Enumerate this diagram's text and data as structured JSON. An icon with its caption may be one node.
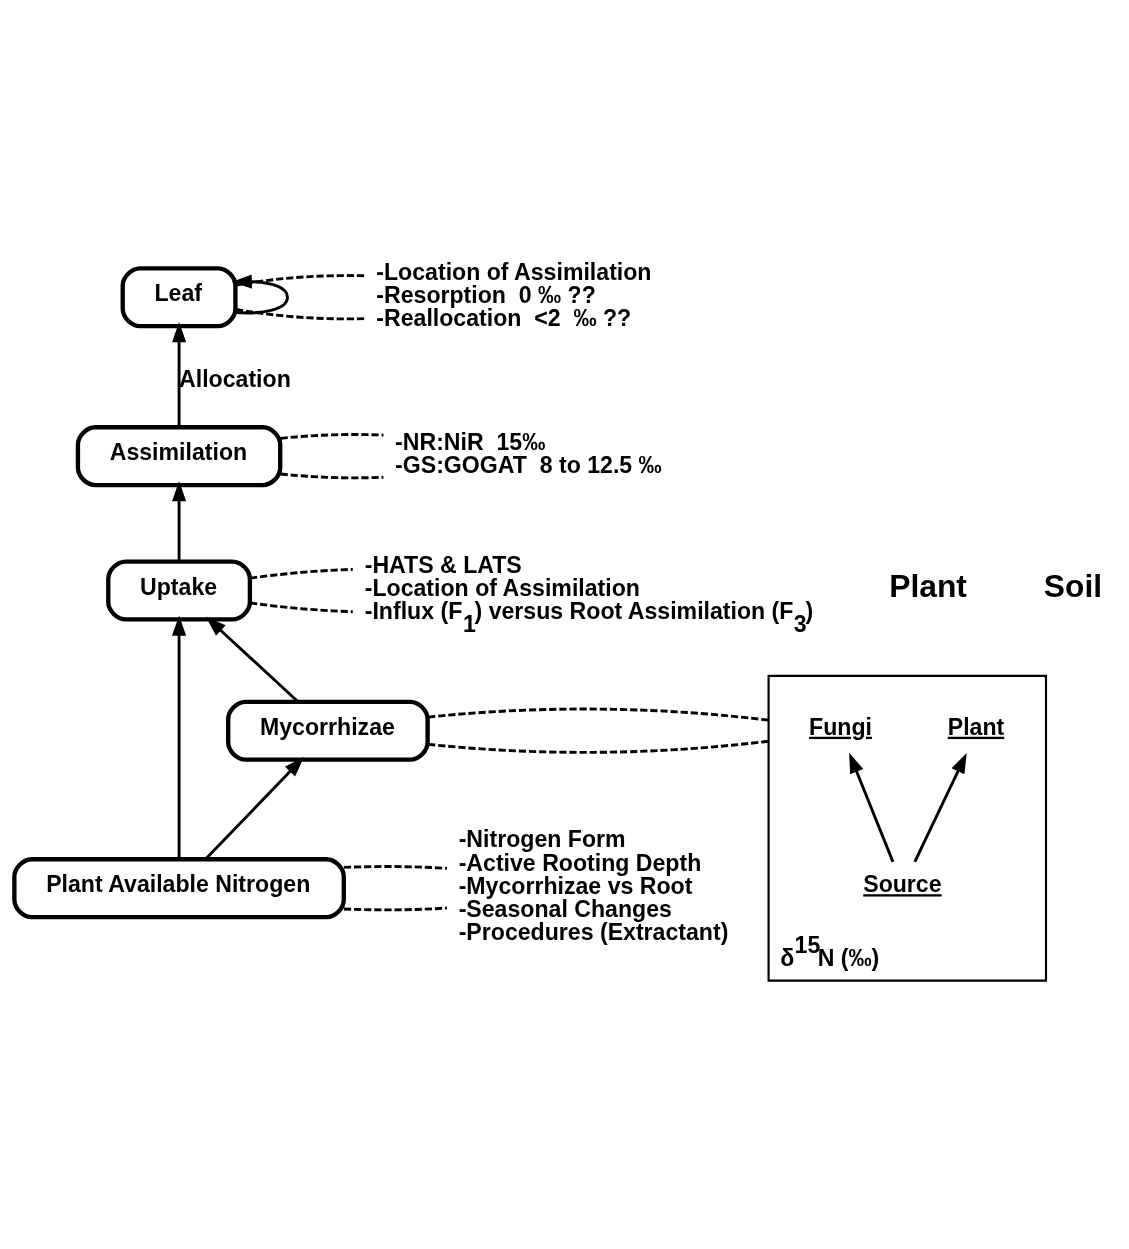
{
  "diagram": {
    "nodes": [
      {
        "text": [
          "Leaf"
        ]
      },
      {
        "text": [
          "Assimilation"
        ]
      },
      {
        "text": [
          "Uptake"
        ]
      },
      {
        "text": [
          "Mycorrhizae"
        ]
      },
      {
        "text": [
          "Plant Available Nitrogen"
        ]
      },
      {
        "text": [
          "-Location of Assimilation",
          "-Resorption  0 ‰ ??",
          "-Reallocation  <2  ‰ ??"
        ]
      },
      {
        "text": [
          "-NR:NiR  15‰",
          "-GS:GOGAT  8 to 12.5 ‰"
        ]
      },
      {
        "text": [
          "-HATS & LATS",
          "-Location of Assimilation",
          "-Influx (F$_{1}$) versus Root Assimilation (F$_{3}$)"
        ]
      },
      {
        "text": [
          "δ$^{15}$N (‰)"
        ]
      },
      {
        "text": [
          "Fungi"
        ],
        "in": 8
      },
      {
        "text": [
          "Source"
        ],
        "in": 8
      },
      {
        "text": [
          "Plant"
        ],
        "in": 8
      },
      {
        "text": [
          "-Nitrogen Form",
          "-Active Rooting Depth",
          "-Mycorrhizae vs Root",
          "-Seasonal Changes",
          "-Procedures (Extractant)"
        ]
      }
    ],
    "edges": [
      {
        "from": 1,
        "to": 0,
        "arrow": "to",
        "label": "Allocation"
      },
      {
        "from": 0,
        "to": 0,
        "arrow": "to"
      },
      {
        "from": 2,
        "to": 1,
        "arrow": "to"
      },
      {
        "from": 4,
        "to": 2,
        "arrow": "to"
      },
      {
        "from": 4,
        "to": 3,
        "arrow": "to"
      },
      {
        "from": 3,
        "to": 2,
        "arrow": "to"
      },
      {
        "from": 0,
        "to": 5,
        "arrow": "none",
        "style": "dashed"
      },
      {
        "from": 0,
        "to": 5,
        "arrow": "none",
        "style": "dashed"
      },
      {
        "from": 1,
        "to": 6,
        "arrow": "none",
        "style": "dashed"
      },
      {
        "from": 1,
        "to": 6,
        "arrow": "none",
        "style": "dashed"
      },
      {
        "from": 2,
        "to": 7,
        "arrow": "none",
        "style": "dashed"
      },
      {
        "from": 2,
        "to": 7,
        "arrow": "none",
        "style": "dashed"
      },
      {
        "from": 3,
        "to": 8,
        "arrow": "none",
        "style": "dashed"
      },
      {
        "from": 3,
        "to": 8,
        "arrow": "none",
        "style": "dashed"
      },
      {
        "from": 10,
        "to": 9,
        "arrow": "to"
      },
      {
        "from": 10,
        "to": 11,
        "arrow": "to"
      },
      {
        "from": 4,
        "to": 12,
        "arrow": "none",
        "style": "dashed"
      },
      {
        "from": 4,
        "to": 12,
        "arrow": "none",
        "style": "dashed"
      }
    ],
    "labels": [
      "Plant",
      "Soil"
    ]
  }
}
